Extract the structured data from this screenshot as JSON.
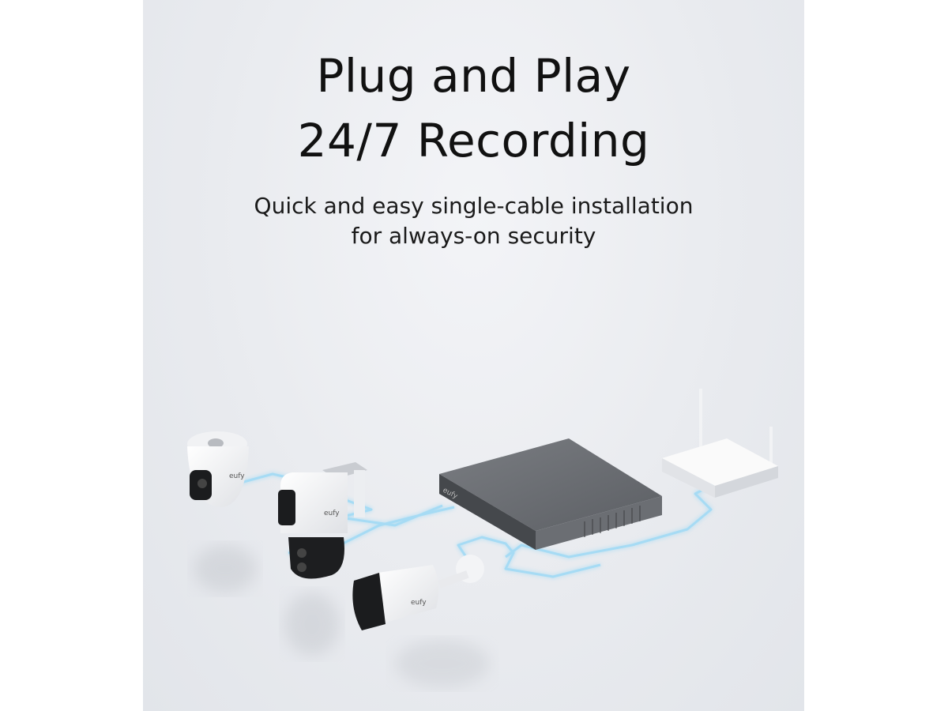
{
  "headline": {
    "line1": "Plug and Play",
    "line2": "24/7 Recording"
  },
  "subheadline": {
    "line1": "Quick and easy single-cable installation",
    "line2": "for always-on security"
  },
  "illustration": {
    "brand_mark": "eufy",
    "devices": [
      "turret-camera",
      "dual-lens-pan-tilt-camera",
      "bullet-camera",
      "nvr-recorder",
      "router"
    ],
    "colors": {
      "cable_glow": "#9fd6f2",
      "nvr_body": "#5a5d62",
      "background": "#e9ebef"
    }
  }
}
